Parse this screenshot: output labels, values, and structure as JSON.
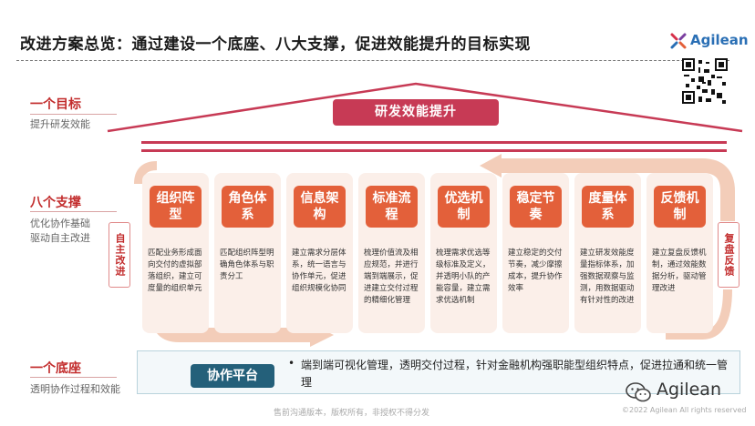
{
  "header": {
    "title": "改进方案总览：通过建设一个底座、八大支撑，促进效能提升的目标实现",
    "logo_text": "Agilean",
    "qr_icon": "qr-code-icon"
  },
  "goal": {
    "level_title": "一个目标",
    "level_sub": "提升研发效能",
    "box_label": "研发效能提升"
  },
  "supports": {
    "level_title": "八个支撑",
    "level_sub_1": "优化协作基础",
    "level_sub_2": "驱动自主改进",
    "left_label": "自主改进",
    "right_label": "复盘反馈"
  },
  "pillars": [
    {
      "title": "组织阵型",
      "desc": "匹配业务形成面向交付的虚拟部落组织，建立可度量的组织单元"
    },
    {
      "title": "角色体系",
      "desc": "匹配组织阵型明确角色体系与职责分工"
    },
    {
      "title": "信息架构",
      "desc": "建立需求分层体系，统一语言与协作单元，促进组织规模化协同"
    },
    {
      "title": "标准流程",
      "desc": "梳理价值流及相应规范，并进行端到端展示，促进建立交付过程的精细化管理"
    },
    {
      "title": "优选机制",
      "desc": "梳理需求优选等级标准及定义，并透明小队的产能容量，建立需求优选机制"
    },
    {
      "title": "稳定节奏",
      "desc": "建立稳定的交付节奏，减少摩擦成本，提升协作效率"
    },
    {
      "title": "度量体系",
      "desc": "建立研发效能度量指标体系，加强数据观察与监测，用数据驱动有针对性的改进"
    },
    {
      "title": "反馈机制",
      "desc": "建立复盘反馈机制，通过效能数据分析，驱动管理改进"
    }
  ],
  "foundation": {
    "level_title": "一个底座",
    "level_sub": "透明协作过程和效能",
    "platform_label": "协作平台",
    "bullet": "•",
    "platform_text": "端到端可视化管理，透明交付过程，针对金融机构强职能型组织特点，促进拉通和统一管理"
  },
  "footer": {
    "notice": "售前沟通版本，版权所有，非授权不得分发",
    "wechat_name": "Agilean",
    "copyright": "©2022 Agilean All rights reserved"
  },
  "colors": {
    "accent_red": "#c22c2c",
    "goal_pink": "#c73a55",
    "pillar_orange": "#e3603a",
    "platform_teal": "#24607a"
  }
}
